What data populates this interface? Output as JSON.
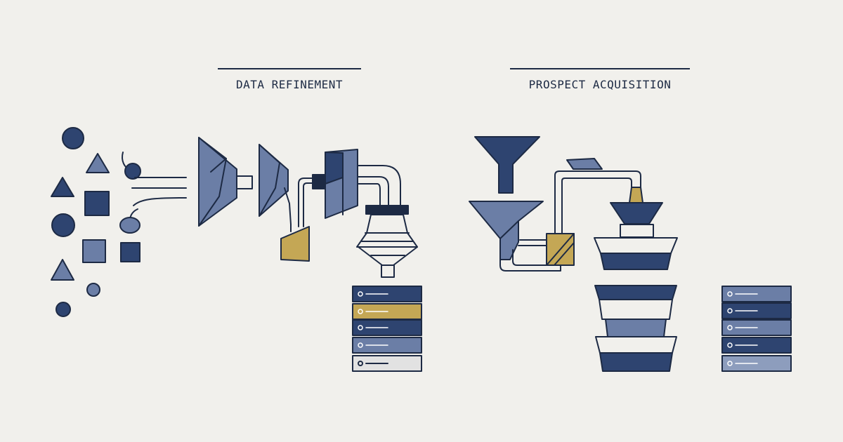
{
  "sections": {
    "left": {
      "title": "DATA REFINEMENT"
    },
    "right": {
      "title": "PROSPECT ACQUISITION"
    }
  },
  "colors": {
    "background": "#f1f0ec",
    "navy": "#2e4470",
    "slate": "#6b7ea6",
    "light_slate": "#8d9dbd",
    "gold": "#c4a755",
    "outline": "#1d2a44",
    "panel_white": "#ffffff",
    "panel_gray": "#e2e2e2"
  },
  "icons": [
    "scattered-shapes",
    "crusher-machine",
    "grinder-machine",
    "hopper-bin",
    "press-machine",
    "pipe",
    "strainer-funnel",
    "server-stack",
    "funnel",
    "sorting-funnel",
    "valve-box",
    "conveyor-tray",
    "layered-funnel-tower",
    "server-stack"
  ]
}
